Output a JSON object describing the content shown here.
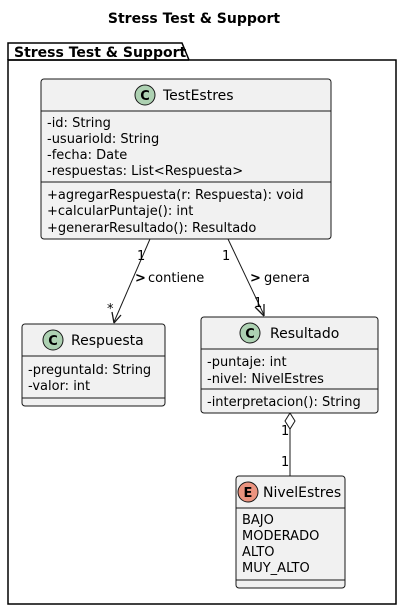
{
  "diagram": {
    "title": "Stress Test & Support",
    "package_name": "Stress Test & Support",
    "colors": {
      "class_fill": "#f1f1f1",
      "class_stroke": "#181818",
      "class_badge": "#add1b2",
      "enum_badge": "#eb937f",
      "package_fill": "#ffffff"
    },
    "classes": {
      "test_estres": {
        "badge": "C",
        "name": "TestEstres",
        "attributes": [
          "-id: String",
          "-usuarioId: String",
          "-fecha: Date",
          "-respuestas: List<Respuesta>"
        ],
        "methods": [
          "+agregarRespuesta(r: Respuesta): void",
          "+calcularPuntaje(): int",
          "+generarResultado(): Resultado"
        ]
      },
      "respuesta": {
        "badge": "C",
        "name": "Respuesta",
        "attributes": [
          "-preguntaId: String",
          "-valor: int"
        ],
        "methods": []
      },
      "resultado": {
        "badge": "C",
        "name": "Resultado",
        "attributes": [
          "-puntaje: int",
          "-nivel: NivelEstres"
        ],
        "methods": [
          "-interpretacion(): String"
        ]
      },
      "nivel_estres": {
        "badge": "E",
        "name": "NivelEstres",
        "values": [
          "BAJO",
          "MODERADO",
          "ALTO",
          "MUY_ALTO"
        ]
      }
    },
    "relations": {
      "contiene": {
        "label": "contiene",
        "arrow_glyph": ">",
        "source_mult": "1",
        "target_mult": "*"
      },
      "genera": {
        "label": "genera",
        "arrow_glyph": ">",
        "source_mult": "1",
        "target_mult": "1"
      },
      "nivel": {
        "source_mult": "1",
        "target_mult": "1"
      }
    }
  }
}
